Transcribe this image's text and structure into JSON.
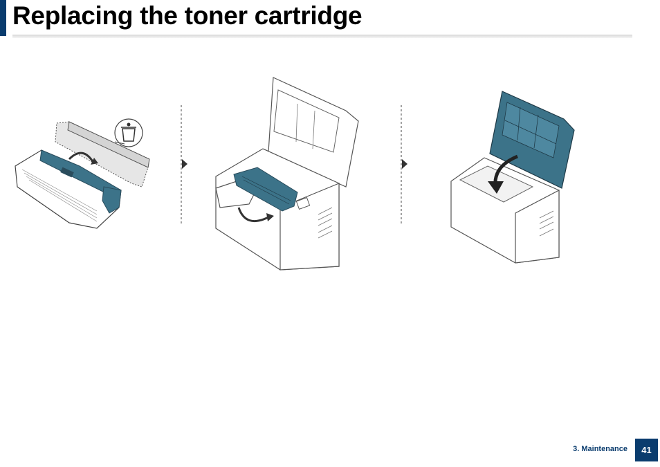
{
  "header": {
    "title": "Replacing the toner cartridge"
  },
  "figure": {
    "steps": [
      {
        "icon": "cartridge-unwrap-illustration"
      },
      {
        "icon": "insert-cartridge-illustration"
      },
      {
        "icon": "close-cover-illustration"
      }
    ],
    "icons": {
      "recycle": "trash-bin-icon",
      "arrow": "step-arrow-icon"
    },
    "colors": {
      "accent": "#3c7389",
      "line": "#555555",
      "divider": "#444444"
    }
  },
  "footer": {
    "section": "3. Maintenance",
    "page_number": "41"
  }
}
